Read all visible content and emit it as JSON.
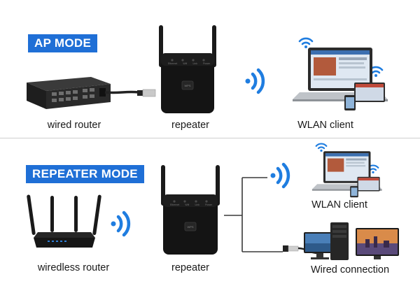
{
  "ap_mode": {
    "label": "AP MODE",
    "captions": {
      "router": "wired router",
      "repeater": "repeater",
      "client": "WLAN client"
    }
  },
  "repeater_mode": {
    "label": "REPEATER MODE",
    "captions": {
      "router": "wiredless router",
      "repeater": "repeater",
      "client": "WLAN client",
      "wired": "Wired connection"
    }
  },
  "device_labels": {
    "ports": [
      "Ethernet",
      "Wifi",
      "Link",
      "Power"
    ],
    "wps": "WPS"
  },
  "colors": {
    "badge": "#1f6fd6",
    "wifi": "#1f7de0",
    "device": "#141414"
  }
}
